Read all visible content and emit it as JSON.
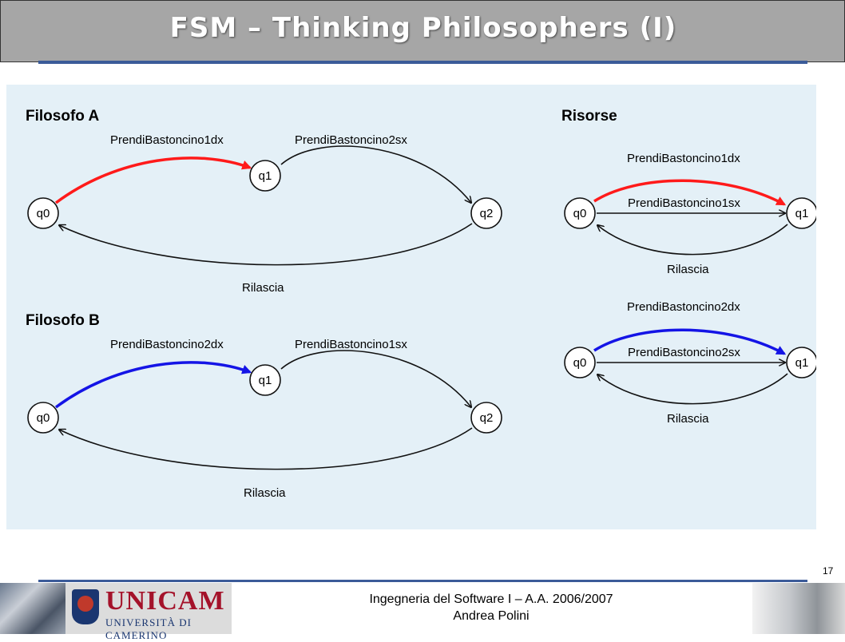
{
  "header": {
    "title": "FSM – Thinking Philosophers (I)"
  },
  "diagram": {
    "sections": {
      "philosopher_a": "Filosofo A",
      "philosopher_b": "Filosofo B",
      "resources": "Risorse"
    },
    "philosopher_a": {
      "nodes": [
        "q0",
        "q1",
        "q2"
      ],
      "edges": [
        {
          "from": "q0",
          "to": "q1",
          "label": "PrendiBastoncino1dx",
          "color": "#ff1a1a"
        },
        {
          "from": "q1",
          "to": "q2",
          "label": "PrendiBastoncino2sx",
          "color": "#111111"
        },
        {
          "from": "q2",
          "to": "q0",
          "label": "Rilascia",
          "color": "#111111"
        }
      ]
    },
    "philosopher_b": {
      "nodes": [
        "q0",
        "q1",
        "q2"
      ],
      "edges": [
        {
          "from": "q0",
          "to": "q1",
          "label": "PrendiBastoncino2dx",
          "color": "#1414e6"
        },
        {
          "from": "q1",
          "to": "q2",
          "label": "PrendiBastoncino1sx",
          "color": "#111111"
        },
        {
          "from": "q2",
          "to": "q0",
          "label": "Rilascia",
          "color": "#111111"
        }
      ]
    },
    "resource_1": {
      "nodes": [
        "q0",
        "q1"
      ],
      "edges": [
        {
          "from": "q0",
          "to": "q1",
          "label": "PrendiBastoncino1dx",
          "color": "#ff1a1a"
        },
        {
          "from": "q0",
          "to": "q1",
          "label": "PrendiBastoncino1sx",
          "color": "#111111"
        },
        {
          "from": "q1",
          "to": "q0",
          "label": "Rilascia",
          "color": "#111111"
        }
      ]
    },
    "resource_2": {
      "nodes": [
        "q0",
        "q1"
      ],
      "edges": [
        {
          "from": "q0",
          "to": "q1",
          "label": "PrendiBastoncino2dx",
          "color": "#1414e6"
        },
        {
          "from": "q0",
          "to": "q1",
          "label": "PrendiBastoncino2sx",
          "color": "#111111"
        },
        {
          "from": "q1",
          "to": "q0",
          "label": "Rilascia",
          "color": "#111111"
        }
      ]
    }
  },
  "slide": {
    "page_number": "17"
  },
  "footer": {
    "line1": "Ingegneria del Software I – A.A. 2006/2007",
    "line2": "Andrea Polini",
    "logo_text": "UNICAM",
    "logo_subtext": "UNIVERSITÀ DI CAMERINO"
  }
}
